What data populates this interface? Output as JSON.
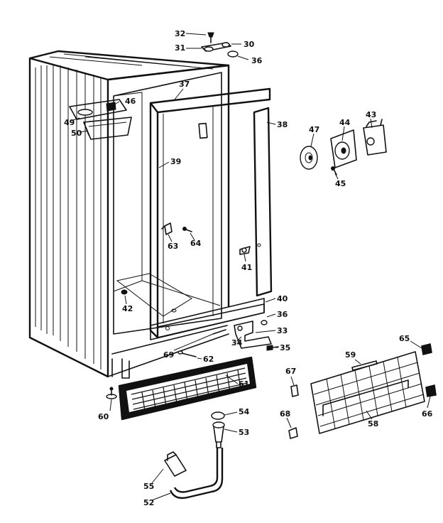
{
  "labels": {
    "p30": "30",
    "p31": "31",
    "p32": "32",
    "p33": "33",
    "p34": "34",
    "p35": "35",
    "p36a": "36",
    "p36b": "36",
    "p37": "37",
    "p38": "38",
    "p39": "39",
    "p40": "40",
    "p41": "41",
    "p42": "42",
    "p43": "43",
    "p44": "44",
    "p45": "45",
    "p46": "46",
    "p47": "47",
    "p49": "49",
    "p50": "50",
    "p52": "52",
    "p53": "53",
    "p54": "54",
    "p55": "55",
    "p58": "58",
    "p59": "59",
    "p60": "60",
    "p61": "61",
    "p62": "62",
    "p63": "63",
    "p64": "64",
    "p65": "65",
    "p66": "66",
    "p67": "67",
    "p68": "68",
    "p69": "69"
  }
}
